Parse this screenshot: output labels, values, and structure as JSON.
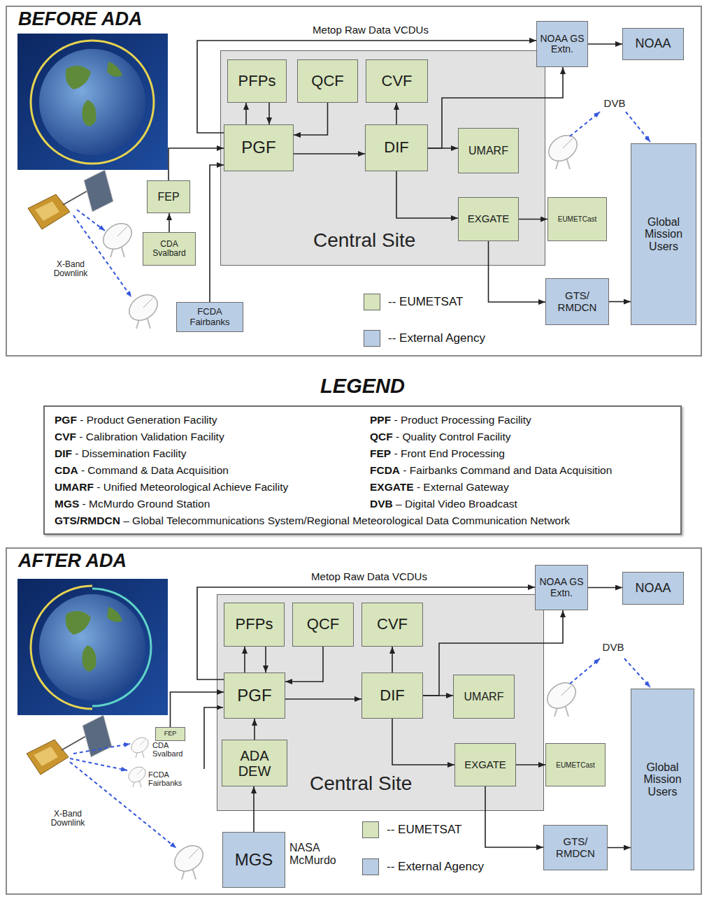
{
  "diagram": {
    "nodes": [
      {
        "text": [
          "BEFORE ADA"
        ]
      },
      {
        "text": [
          "Central Site"
        ],
        "in": 0
      },
      {
        "text": [
          "PFPs"
        ],
        "in": 1
      },
      {
        "text": [
          "QCF"
        ],
        "in": 1
      },
      {
        "text": [
          "CVF"
        ],
        "in": 1
      },
      {
        "text": [
          "PGF"
        ],
        "in": 1
      },
      {
        "text": [
          "DIF"
        ],
        "in": 1
      },
      {
        "text": [
          "UMARF"
        ],
        "in": 1
      },
      {
        "text": [
          "EXGATE"
        ],
        "in": 1
      },
      {
        "text": [
          "NOAA GS Extn."
        ],
        "in": 0
      },
      {
        "text": [
          "NOAA"
        ],
        "in": 0
      },
      {
        "text": [
          "FEP"
        ],
        "in": 0
      },
      {
        "text": [
          "CDA Svalbard"
        ],
        "in": 0
      },
      {
        "text": [
          "FCDA Fairbanks"
        ],
        "in": 0
      },
      {
        "text": [
          "EUMETCast"
        ],
        "in": 0
      },
      {
        "text": [
          "GTS/ RMDCN"
        ],
        "in": 0
      },
      {
        "text": [
          "Global Mission Users"
        ],
        "in": 0
      },
      {
        "text": [
          "LEGEND",
          "PGF - Product Generation Facility",
          "PPF - Product Processing Facility",
          "CVF - Calibration Validation Facility",
          "QCF - Quality Control Facility",
          "DIF - Dissemination Facility",
          "FEP - Front End Processing",
          "CDA - Command & Data Acquisition",
          "FCDA - Fairbanks Command and Data Acquisition",
          "UMARF - Unified Meteorological Achieve Facility",
          "EXGATE - External Gateway",
          "MGS - McMurdo Ground Station",
          "DVB – Digital Video Broadcast",
          "GTS/RMDCN – Global Telecommunications System/Regional Meteorological Data Communication Network"
        ]
      },
      {
        "text": [
          "AFTER ADA"
        ]
      },
      {
        "text": [
          "Central Site"
        ],
        "in": 18
      },
      {
        "text": [
          "PFPs"
        ],
        "in": 19
      },
      {
        "text": [
          "QCF"
        ],
        "in": 19
      },
      {
        "text": [
          "CVF"
        ],
        "in": 19
      },
      {
        "text": [
          "PGF"
        ],
        "in": 19
      },
      {
        "text": [
          "DIF"
        ],
        "in": 19
      },
      {
        "text": [
          "UMARF"
        ],
        "in": 19
      },
      {
        "text": [
          "ADA DEW"
        ],
        "in": 19
      },
      {
        "text": [
          "EXGATE"
        ],
        "in": 19
      },
      {
        "text": [
          "NOAA GS Extn."
        ],
        "in": 18
      },
      {
        "text": [
          "NOAA"
        ],
        "in": 18
      },
      {
        "text": [
          "FEP"
        ],
        "in": 18
      },
      {
        "text": [
          "MGS"
        ],
        "in": 18
      },
      {
        "text": [
          "EUMETCast"
        ],
        "in": 18
      },
      {
        "text": [
          "GTS/ RMDCN"
        ],
        "in": 18
      },
      {
        "text": [
          "Global Mission Users"
        ],
        "in": 18
      }
    ],
    "edges": [
      {
        "from": 5,
        "to": 9,
        "label": "Metop Raw Data VCDUs",
        "arrow": "to"
      },
      {
        "from": 9,
        "to": 10,
        "arrow": "to"
      },
      {
        "from": 5,
        "to": 2,
        "arrow": "to"
      },
      {
        "from": 2,
        "to": 5,
        "arrow": "to"
      },
      {
        "from": 3,
        "to": 5,
        "arrow": "to"
      },
      {
        "from": 5,
        "to": 6,
        "arrow": "to"
      },
      {
        "from": 6,
        "to": 4,
        "arrow": "to"
      },
      {
        "from": 6,
        "to": 7,
        "arrow": "to"
      },
      {
        "from": 6,
        "to": 9,
        "arrow": "to"
      },
      {
        "from": 6,
        "to": 8,
        "arrow": "to"
      },
      {
        "from": 8,
        "to": 14,
        "arrow": "to"
      },
      {
        "from": 8,
        "to": 15,
        "arrow": "to"
      },
      {
        "from": 15,
        "to": 16,
        "arrow": "to"
      },
      {
        "from": 12,
        "to": 11,
        "arrow": "to"
      },
      {
        "from": 11,
        "to": 5,
        "arrow": "to"
      },
      {
        "from": 13,
        "to": 5,
        "arrow": "to"
      },
      {
        "from": 23,
        "to": 28,
        "label": "Metop Raw Data VCDUs",
        "arrow": "to"
      },
      {
        "from": 28,
        "to": 29,
        "arrow": "to"
      },
      {
        "from": 23,
        "to": 20,
        "arrow": "to"
      },
      {
        "from": 20,
        "to": 23,
        "arrow": "to"
      },
      {
        "from": 21,
        "to": 23,
        "arrow": "to"
      },
      {
        "from": 23,
        "to": 24,
        "arrow": "to"
      },
      {
        "from": 24,
        "to": 22,
        "arrow": "to"
      },
      {
        "from": 24,
        "to": 25,
        "arrow": "to"
      },
      {
        "from": 24,
        "to": 28,
        "arrow": "to"
      },
      {
        "from": 24,
        "to": 27,
        "arrow": "to"
      },
      {
        "from": 27,
        "to": 32,
        "arrow": "to"
      },
      {
        "from": 27,
        "to": 33,
        "arrow": "to"
      },
      {
        "from": 33,
        "to": 34,
        "arrow": "to"
      },
      {
        "from": 30,
        "to": 23,
        "arrow": "to"
      },
      {
        "from": 26,
        "to": 23,
        "arrow": "to"
      },
      {
        "from": 31,
        "to": 26,
        "arrow": "to"
      }
    ],
    "labels": [
      "DVB",
      "X-Band Downlink",
      "DVB",
      "CDA Svalbard",
      "FCDA Fairbanks",
      "X-Band Downlink",
      "NASA McMurdo"
    ],
    "legend": [
      {
        "text": "-- EUMETSAT",
        "color": "#d7e4bc"
      },
      {
        "text": "-- External Agency",
        "color": "#b9cde5"
      },
      {
        "text": "-- EUMETSAT",
        "color": "#d7e4bc"
      },
      {
        "text": "-- External Agency",
        "color": "#b9cde5"
      }
    ]
  }
}
